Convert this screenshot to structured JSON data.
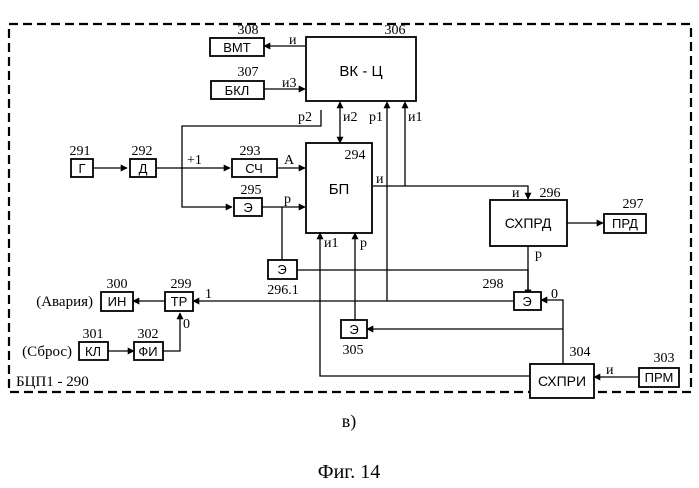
{
  "frame": {
    "label": "БЦП1 - 290"
  },
  "caption": {
    "sub": "в)",
    "title": "Фиг. 14"
  },
  "blocks": {
    "vkc": {
      "name": "ВК - Ц",
      "num": "306"
    },
    "vmt": {
      "name": "ВМТ",
      "num": "308"
    },
    "bkl": {
      "name": "БКЛ",
      "num": "307"
    },
    "g": {
      "name": "Г",
      "num": "291"
    },
    "d": {
      "name": "Д",
      "num": "292"
    },
    "sch": {
      "name": "СЧ",
      "num": "293"
    },
    "bp": {
      "name": "БП",
      "num": "294"
    },
    "e295": {
      "name": "Э",
      "num": "295"
    },
    "e2961": {
      "name": "Э",
      "num": "296.1"
    },
    "shprd": {
      "name": "СХПРД",
      "num": "296"
    },
    "prd": {
      "name": "ПРД",
      "num": "297"
    },
    "in": {
      "name": "ИН",
      "num": "300"
    },
    "tr": {
      "name": "ТР",
      "num": "299"
    },
    "e298": {
      "name": "Э",
      "num": "298"
    },
    "kl": {
      "name": "КЛ",
      "num": "301"
    },
    "fi": {
      "name": "ФИ",
      "num": "302"
    },
    "e305": {
      "name": "Э",
      "num": "305"
    },
    "shpri": {
      "name": "СХПРИ",
      "num": "304"
    },
    "prm": {
      "name": "ПРМ",
      "num": "303"
    }
  },
  "signals": {
    "i_vmt": "и",
    "i3": "и3",
    "p2": "р2",
    "i2": "и2",
    "p1": "р1",
    "i1_top": "и1",
    "plus1": "+1",
    "a": "А",
    "p_295": "р",
    "i_bp": "и",
    "i_shprd": "и",
    "i1_bp": "и1",
    "p_bp": "р",
    "p_shprd": "р",
    "one": "1",
    "zero_e298": "0",
    "zero_tr": "0",
    "i_prm": "и"
  },
  "side_labels": {
    "alarm": "(Авария)",
    "reset": "(Сброс)"
  }
}
